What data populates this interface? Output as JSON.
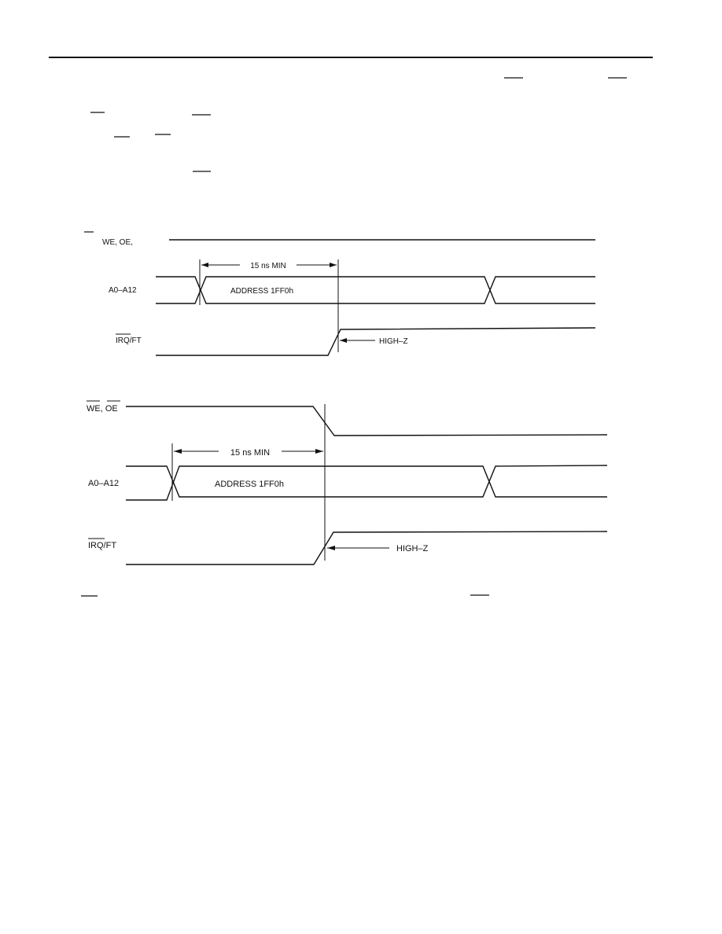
{
  "diagram_top": {
    "row1_label": "WE, OE,",
    "row2_label": "A0–A12",
    "row3_label": "IRQ/FT",
    "timing_label": "15 ns MIN",
    "address_label": "ADDRESS 1FF0h",
    "highz_label": "HIGH–Z"
  },
  "diagram_bottom": {
    "row1_label": "WE, OE",
    "row2_label": "A0–A12",
    "row3_label": "IRQ/FT",
    "timing_label": "15 ns MIN",
    "address_label": "ADDRESS 1FF0h",
    "highz_label": "HIGH–Z"
  }
}
